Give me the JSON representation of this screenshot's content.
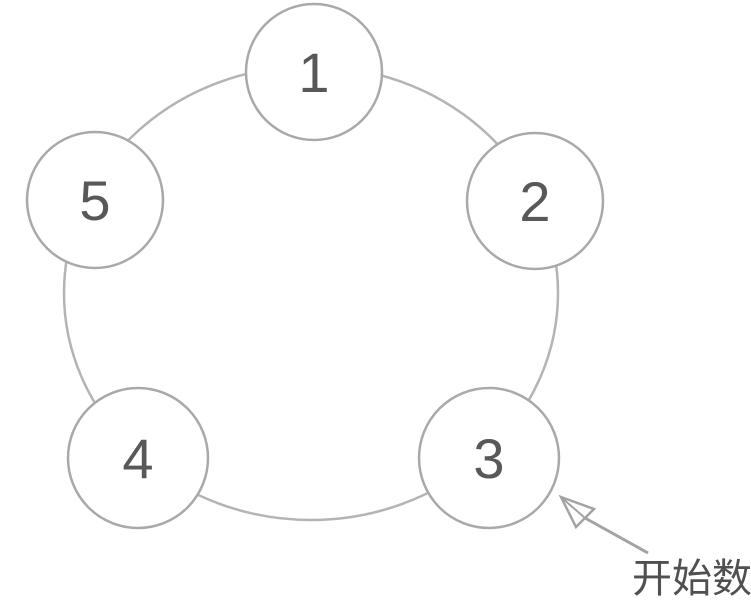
{
  "diagram": {
    "kind": "circular-counting-ring",
    "nodes": [
      {
        "id": 1,
        "label": "1"
      },
      {
        "id": 2,
        "label": "2"
      },
      {
        "id": 3,
        "label": "3"
      },
      {
        "id": 4,
        "label": "4"
      },
      {
        "id": 5,
        "label": "5"
      }
    ],
    "annotation": {
      "label": "开始数",
      "points_to_node": "3"
    },
    "colors": {
      "background": "#ffffff",
      "ring_stroke": "#b4b4b4",
      "node_stroke": "#a9a9a9",
      "node_fill": "#ffffff",
      "digit_text": "#58585a",
      "arrow_stroke": "#a3a3a3",
      "annotation_text": "#505052"
    }
  }
}
